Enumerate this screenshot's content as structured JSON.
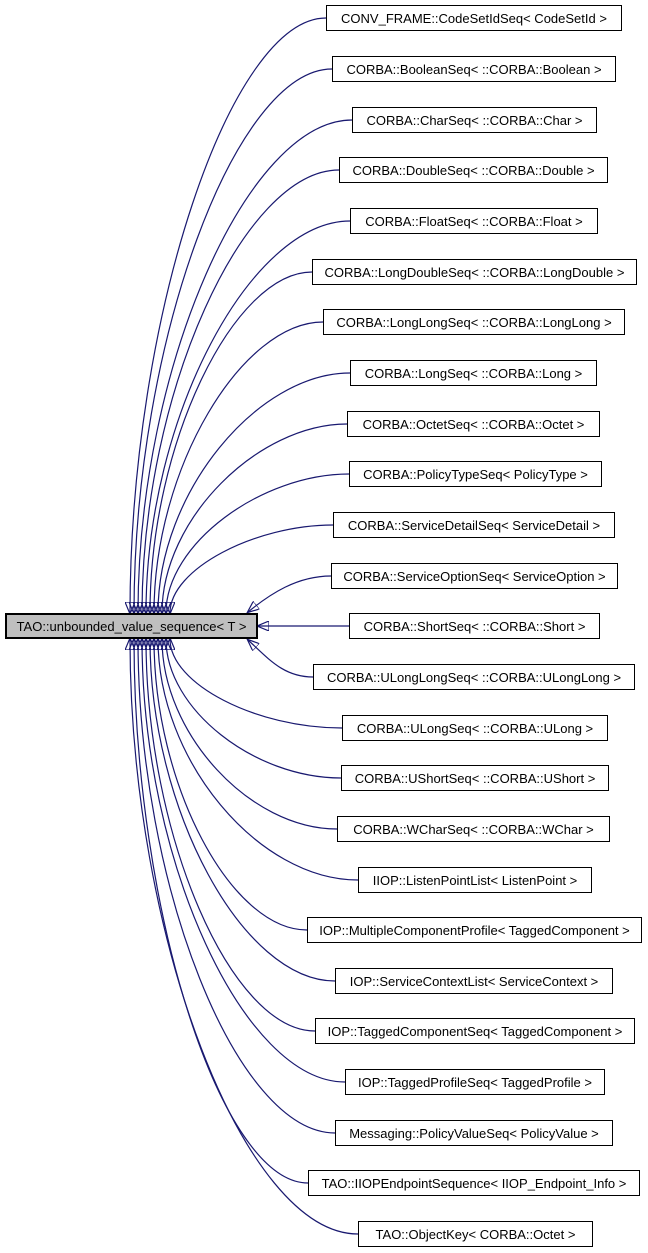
{
  "diagram": {
    "type": "class-inheritance-graph",
    "base_node": {
      "label": "TAO::unbounded_value_sequence< T >"
    },
    "derived_nodes": [
      {
        "label": "CONV_FRAME::CodeSetIdSeq< CodeSetId >"
      },
      {
        "label": "CORBA::BooleanSeq< ::CORBA::Boolean >"
      },
      {
        "label": "CORBA::CharSeq< ::CORBA::Char >"
      },
      {
        "label": "CORBA::DoubleSeq< ::CORBA::Double >"
      },
      {
        "label": "CORBA::FloatSeq< ::CORBA::Float >"
      },
      {
        "label": "CORBA::LongDoubleSeq< ::CORBA::LongDouble >"
      },
      {
        "label": "CORBA::LongLongSeq< ::CORBA::LongLong >"
      },
      {
        "label": "CORBA::LongSeq< ::CORBA::Long >"
      },
      {
        "label": "CORBA::OctetSeq< ::CORBA::Octet >"
      },
      {
        "label": "CORBA::PolicyTypeSeq< PolicyType >"
      },
      {
        "label": "CORBA::ServiceDetailSeq< ServiceDetail >"
      },
      {
        "label": "CORBA::ServiceOptionSeq< ServiceOption >"
      },
      {
        "label": "CORBA::ShortSeq< ::CORBA::Short >"
      },
      {
        "label": "CORBA::ULongLongSeq< ::CORBA::ULongLong >"
      },
      {
        "label": "CORBA::ULongSeq< ::CORBA::ULong >"
      },
      {
        "label": "CORBA::UShortSeq< ::CORBA::UShort >"
      },
      {
        "label": "CORBA::WCharSeq< ::CORBA::WChar >"
      },
      {
        "label": "IIOP::ListenPointList< ListenPoint >"
      },
      {
        "label": "IOP::MultipleComponentProfile< TaggedComponent >"
      },
      {
        "label": "IOP::ServiceContextList< ServiceContext >"
      },
      {
        "label": "IOP::TaggedComponentSeq< TaggedComponent >"
      },
      {
        "label": "IOP::TaggedProfileSeq< TaggedProfile >"
      },
      {
        "label": "Messaging::PolicyValueSeq< PolicyValue >"
      },
      {
        "label": "TAO::IIOPEndpointSequence< IIOP_Endpoint_Info >"
      },
      {
        "label": "TAO::ObjectKey< CORBA::Octet >"
      }
    ],
    "colors": {
      "edge": "#191970",
      "base_node_fill": "#bfbfbf",
      "node_fill": "#ffffff",
      "node_border": "#000000",
      "background": "#ffffff"
    }
  }
}
